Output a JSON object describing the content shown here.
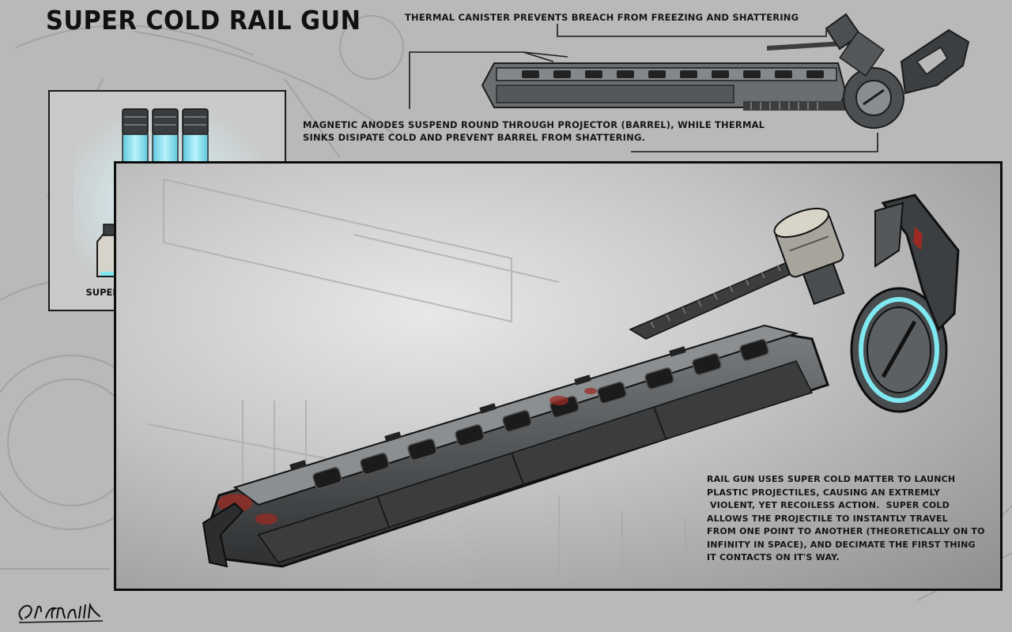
{
  "title": "SUPER COLD RAIL GUN",
  "annotations": {
    "thermal": "THERMAL CANISTER PREVENTS BREACH FROM FREEZING AND  SHATTERING",
    "magnetic_line1": "MAGNETIC ANODES SUSPEND ROUND THROUGH PROJECTOR (BARREL), WHILE THERMAL",
    "magnetic_line2": "SINKS DISIPATE COLD AND PREVENT BARREL FROM SHATTERING.",
    "canister_label": "SUPER COLD MATTER CANISTER",
    "railgun_lines": [
      "RAIL GUN USES SUPER COLD MATTER TO LAUNCH",
      "PLASTIC PROJECTILES, CAUSING AN EXTREMLY",
      " VIOLENT, YET RECOILESS ACTION.  SUPER COLD",
      "ALLOWS THE PROJECTILE TO INSTANTLY TRAVEL",
      "FROM ONE POINT TO ANOTHER (THEORETICALLY ON TO",
      "INFINITY IN SPACE), AND DECIMATE THE FIRST THING",
      "IT CONTACTS ON IT'S WAY."
    ]
  },
  "signature": "CRANDALL",
  "colors": {
    "background": "#b9b9b9",
    "glow": "#7fe8f0",
    "rust": "#9b2a22",
    "metal": "#4a4d4f"
  }
}
